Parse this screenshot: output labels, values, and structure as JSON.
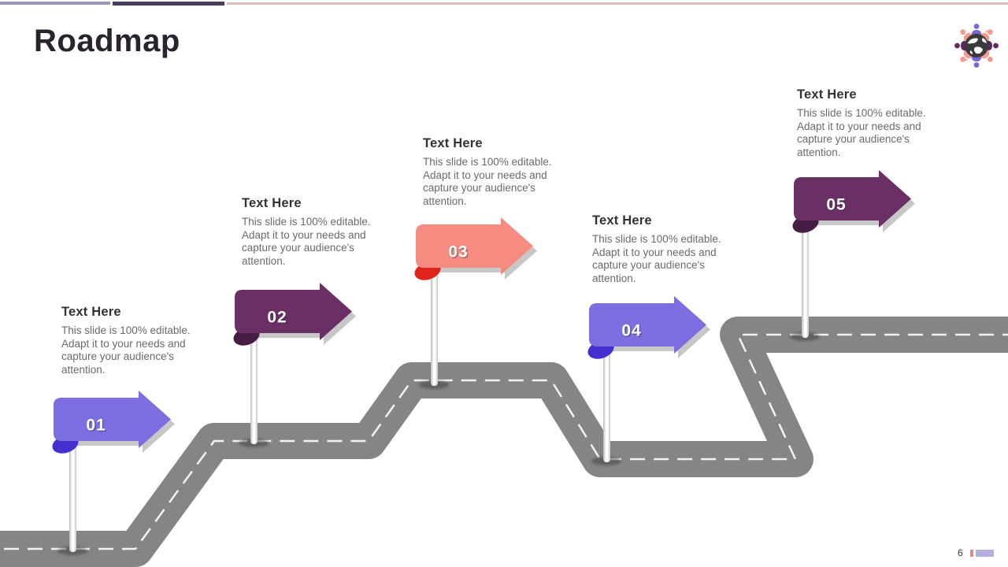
{
  "header": {
    "title": "Roadmap"
  },
  "top_bars": {
    "segments": [
      "#9b94b6",
      "#4a3d5b",
      "#dcbcb8"
    ]
  },
  "logo": {
    "palette": {
      "violet": "#7468d8",
      "salmon": "#f09a92",
      "plum": "#5c2959",
      "globe": "#3a3a3a"
    }
  },
  "road": {
    "color": "#858585",
    "centerline_color": "#f2f2f2"
  },
  "milestones": [
    {
      "number": "01",
      "title": "Text Here",
      "description": "This slide is 100% editable. Adapt it to your needs and capture your audience's attention.",
      "sign_color": "#7c6ee0",
      "fold_color": "#4430cf"
    },
    {
      "number": "02",
      "title": "Text Here",
      "description": "This slide is 100% editable. Adapt it to your needs and capture your audience's attention.",
      "sign_color": "#6a3066",
      "fold_color": "#461d45"
    },
    {
      "number": "03",
      "title": "Text Here",
      "description": "This slide is 100% editable. Adapt it to your needs and capture your audience's attention.",
      "sign_color": "#f58b81",
      "fold_color": "#e0241b"
    },
    {
      "number": "04",
      "title": "Text Here",
      "description": "This slide is 100% editable. Adapt it to your needs and capture your audience's attention.",
      "sign_color": "#7c6ee0",
      "fold_color": "#4430cf"
    },
    {
      "number": "05",
      "title": "Text Here",
      "description": "This slide is 100% editable. Adapt it to your needs and capture your audience's attention.",
      "sign_color": "#6a3066",
      "fold_color": "#461d45"
    }
  ],
  "footer": {
    "page_number": "6",
    "accent_bars": [
      "#d98c8c",
      "#b3aede"
    ]
  }
}
